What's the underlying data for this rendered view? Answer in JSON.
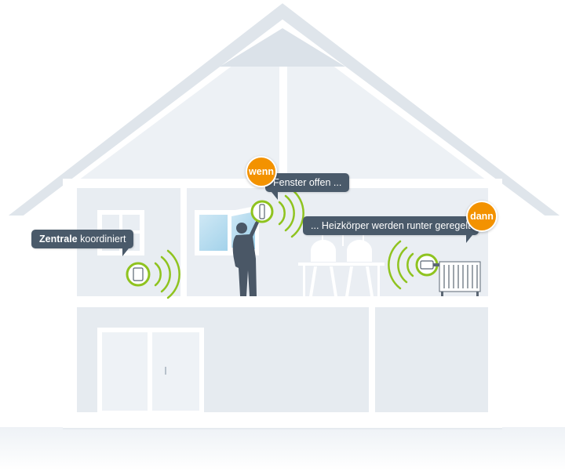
{
  "callouts": {
    "zentrale_bold": "Zentrale",
    "zentrale_rest": " koordiniert",
    "fenster": "Fenster offen ...",
    "heizkoerper": "... Heizkörper werden runter geregelt"
  },
  "badges": {
    "wenn": "wenn",
    "dann": "dann"
  },
  "colors": {
    "accent_green": "#8fc31f",
    "accent_orange": "#f39200",
    "callout_bg": "#4a5a6a",
    "wall": "#e8edf2",
    "silhouette": "#4a5766"
  }
}
